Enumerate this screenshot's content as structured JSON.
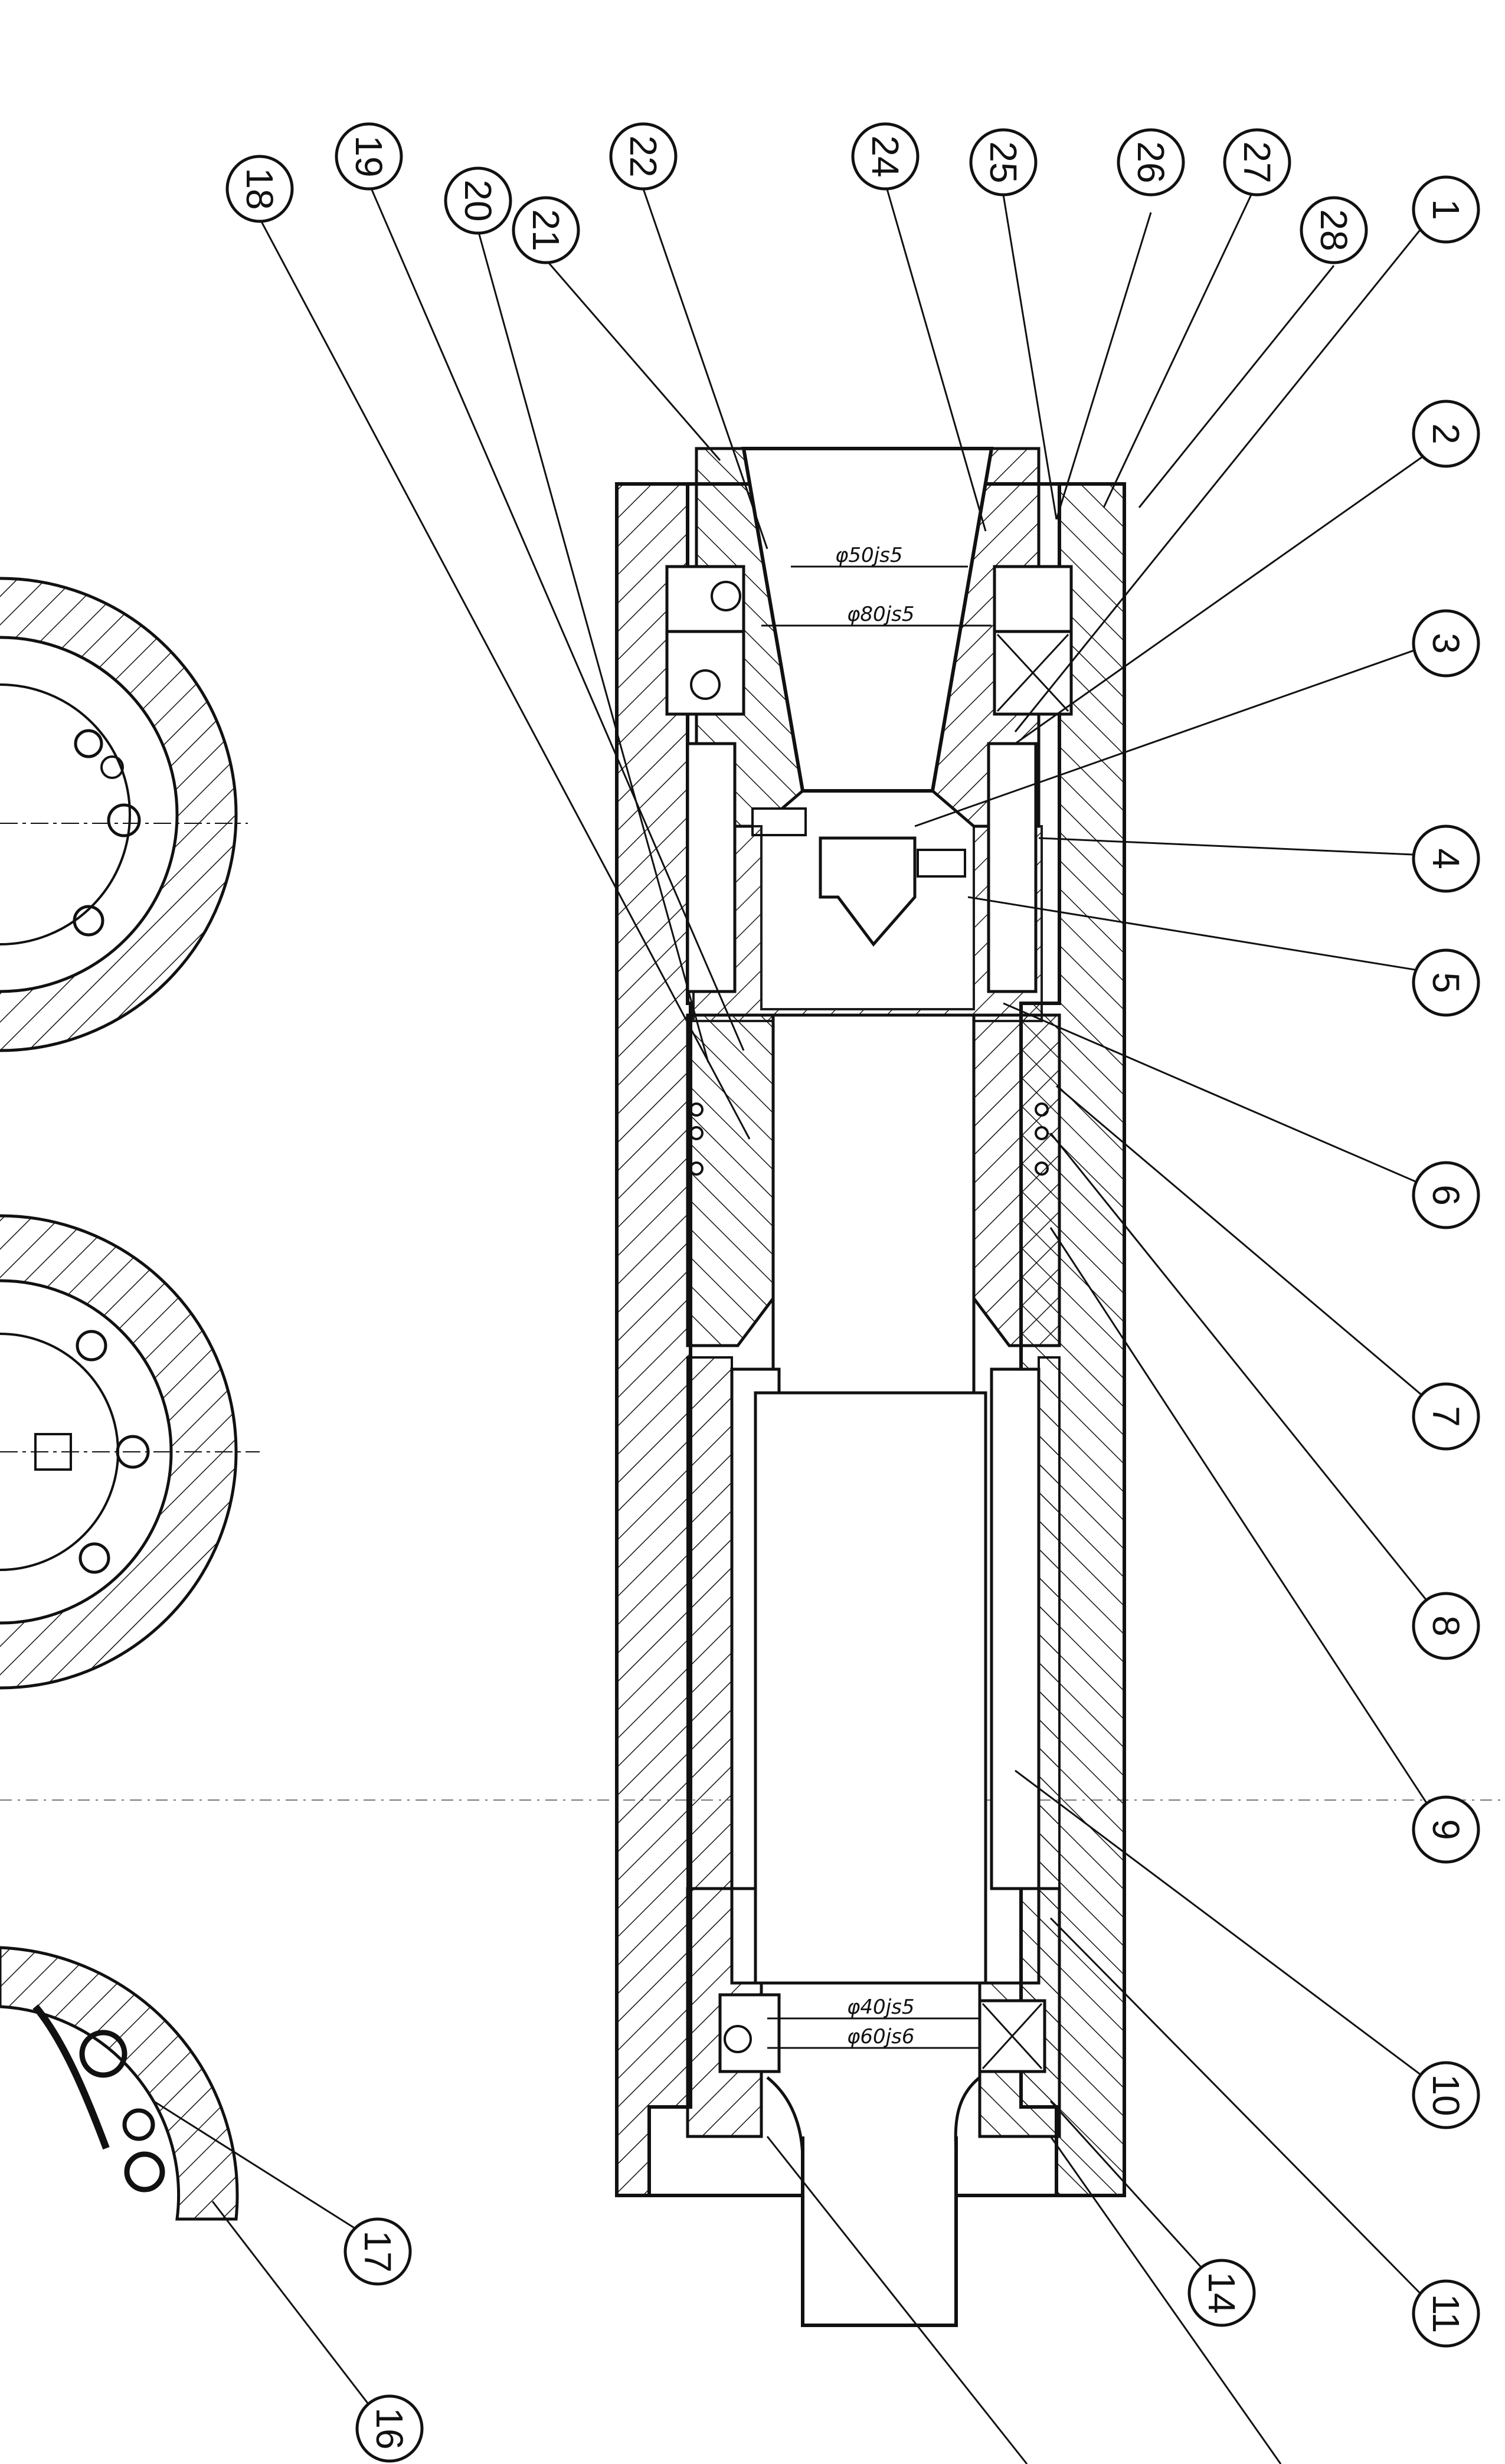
{
  "balloons": [
    {
      "id": "18",
      "label": "18"
    },
    {
      "id": "19",
      "label": "19"
    },
    {
      "id": "20",
      "label": "20"
    },
    {
      "id": "21",
      "label": "21"
    },
    {
      "id": "22",
      "label": "22"
    },
    {
      "id": "24",
      "label": "24"
    },
    {
      "id": "25",
      "label": "25"
    },
    {
      "id": "26",
      "label": "26"
    },
    {
      "id": "27",
      "label": "27"
    },
    {
      "id": "28",
      "label": "28"
    },
    {
      "id": "1",
      "label": "1"
    },
    {
      "id": "2",
      "label": "2"
    },
    {
      "id": "3",
      "label": "3"
    },
    {
      "id": "4",
      "label": "4"
    },
    {
      "id": "5",
      "label": "5"
    },
    {
      "id": "6",
      "label": "6"
    },
    {
      "id": "7",
      "label": "7"
    },
    {
      "id": "8",
      "label": "8"
    },
    {
      "id": "9",
      "label": "9"
    },
    {
      "id": "10",
      "label": "10"
    },
    {
      "id": "11",
      "label": "11"
    },
    {
      "id": "14",
      "label": "14"
    },
    {
      "id": "16",
      "label": "16"
    },
    {
      "id": "17",
      "label": "17"
    }
  ],
  "dimensions": {
    "d1": "φ50js5",
    "d2": "φ80js5",
    "d3": "φ40js5",
    "d4": "φ60js6"
  },
  "colors": {
    "ink": "#111111",
    "paper": "#ffffff"
  }
}
